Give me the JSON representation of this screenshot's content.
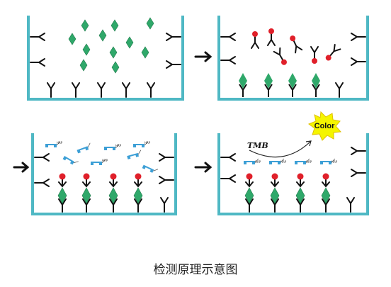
{
  "caption": "检测原理示意图",
  "labels": {
    "tmb": "TMB",
    "color": "Color",
    "hrp": "HRP"
  },
  "colors": {
    "well": "#4fb8c4",
    "antigen": "#2fa86a",
    "enzyme_dot": "#e0202a",
    "hrp_tag": "#3c9fd6",
    "burst": "#f5f500"
  }
}
